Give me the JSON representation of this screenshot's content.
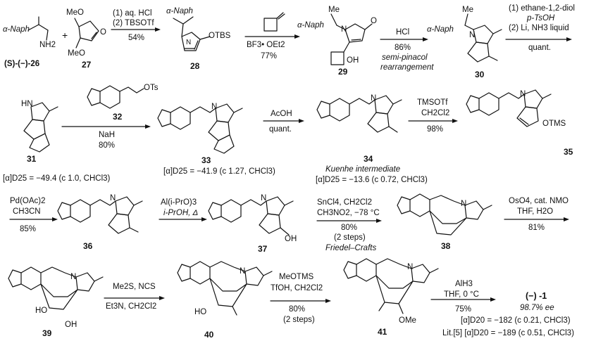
{
  "row1": {
    "c26_label": "α-Naph",
    "c26_nh2": "NH2",
    "c26_id": "(S)-(−)-26",
    "c27_ome_top": "MeO",
    "c27_ome_bot": "MeO",
    "c27_o": "O",
    "c27_id": "27",
    "plus": "+",
    "arrow1_top1": "(1) aq. HCl",
    "arrow1_top2": "(2) TBSOTf",
    "arrow1_bottom": "54%",
    "c28_label": "α-Naph",
    "c28_n": "N",
    "c28_otbs": "OTBS",
    "c28_id": "28",
    "arrow2_bottom": "BF3• OEt2",
    "arrow2_yield": "77%",
    "c29_label": "α-Naph",
    "c29_me": "Me",
    "c29_n": "N",
    "c29_o": "O",
    "c29_oh": "OH",
    "c29_id": "29",
    "arrow3_top": "HCl",
    "arrow3_yield": "86%",
    "arrow3_note1": "semi-pinacol",
    "arrow3_note2": "rearrangement",
    "c30_label": "α-Naph",
    "c30_me": "Me",
    "c30_n": "N",
    "c30_id": "30",
    "arrow4_top1": "(1) ethane-1,2-diol",
    "arrow4_top2": "p-TsOH",
    "arrow4_top3": "(2) Li, NH3 liquid",
    "arrow4_bottom": "quant."
  },
  "row2": {
    "c31_hn": "HN",
    "c31_id": "31",
    "c31_rot": "[α]D25 = −49.4 (c 1.0, CHCl3)",
    "c32_id": "32",
    "c32_ots": "OTs",
    "arrow5_bottom1": "NaH",
    "arrow5_bottom2": "80%",
    "c33_n": "N",
    "c33_id": "33",
    "c33_rot": "[α]D25 = −41.9 (c 1.27, CHCl3)",
    "arrow6_top": "AcOH",
    "arrow6_bottom": "quant.",
    "c34_n": "N",
    "c34_id": "34",
    "c34_note": "Kuenhe intermediate",
    "c34_rot": "[α]D25 = −13.6 (c 0.72, CHCl3)",
    "arrow7_top1": "TMSOTf",
    "arrow7_top2": "CH2Cl2",
    "arrow7_bottom": "98%",
    "c35_n": "N",
    "c35_otms": "OTMS",
    "c35_id": "35"
  },
  "row3": {
    "arrow8_top1": "Pd(OAc)2",
    "arrow8_top2": "CH3CN",
    "arrow8_bottom": "85%",
    "c36_n": "N",
    "c36_id": "36",
    "arrow9_top1": "Al(i-PrO)3",
    "arrow9_top2": "i-PrOH, Δ",
    "c37_n": "N",
    "c37_oh": "OH",
    "c37_id": "37",
    "arrow10_top1": "SnCl4, CH2Cl2",
    "arrow10_top2": "CH3NO2, −78 °C",
    "arrow10_bottom1": "80%",
    "arrow10_bottom2": "(2 steps)",
    "arrow10_note": "Friedel–Crafts",
    "c38_n": "N",
    "c38_id": "38",
    "arrow11_top1": "OsO4, cat. NMO",
    "arrow11_top2": "THF, H2O",
    "arrow11_bottom": "81%"
  },
  "row4": {
    "c39_n": "N",
    "c39_ho": "HO",
    "c39_oh": "OH",
    "c39_id": "39",
    "arrow12_top": "Me2S, NCS",
    "arrow12_bottom": "Et3N, CH2Cl2",
    "c40_n": "N",
    "c40_ho": "HO",
    "c40_id": "40",
    "arrow13_top1": "MeOTMS",
    "arrow13_top2": "TfOH, CH2Cl2",
    "arrow13_bottom1": "80%",
    "arrow13_bottom2": "(2 steps)",
    "c41_n": "N",
    "c41_ome": "OMe",
    "c41_id": "41",
    "arrow14_top1": "AlH3",
    "arrow14_top2": "THF, 0 °C",
    "arrow14_bottom": "75%",
    "prod_name": "(−) -1",
    "prod_ee": "98.7% ee",
    "prod_rot": "[α]D20 = −182 (c 0.21, CHCl3)",
    "prod_lit": "Lit.[5] [α]D20 = −189 (c 0.51, CHCl3)"
  }
}
